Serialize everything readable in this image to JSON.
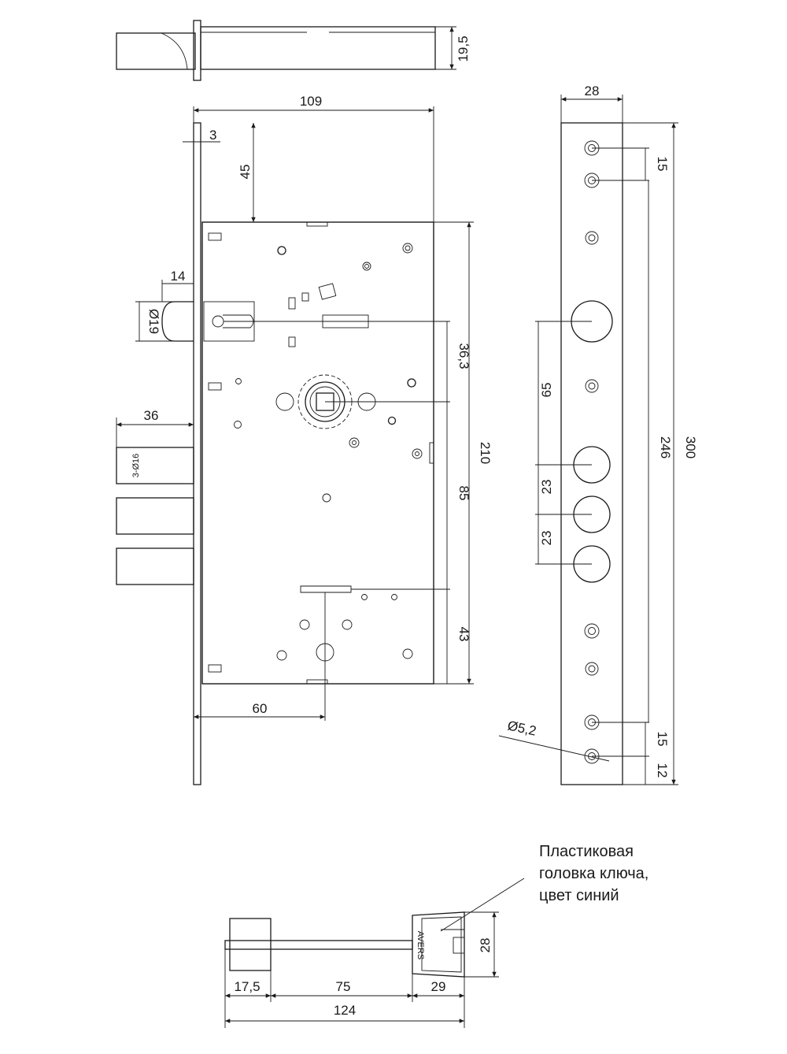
{
  "dimensions": {
    "latch_thickness": "19,5",
    "case_width": "109",
    "faceplate_thickness": "3",
    "top_offset": "45",
    "latch_projection": "14",
    "cylinder_hole": "Ø19",
    "bolt_projection": "36",
    "bolts_label": "3-Ø16",
    "offset_36_3": "36,3",
    "case_height": "210",
    "distance_85": "85",
    "distance_43": "43",
    "backset": "60",
    "strike_width": "28",
    "hole_spacing_top": "15",
    "spacing_65": "65",
    "spacing_23a": "23",
    "spacing_23b": "23",
    "length_246": "246",
    "length_300": "300",
    "hole_spacing_bottom": "15",
    "edge_12": "12",
    "screw_hole": "Ø5,2",
    "key_17_5": "17,5",
    "key_75": "75",
    "key_29": "29",
    "key_total": "124",
    "key_head_height": "28"
  },
  "key_brand": "AVERS",
  "note_lines": [
    "Пластиковая",
    "головка ключа,",
    "цвет синий"
  ]
}
